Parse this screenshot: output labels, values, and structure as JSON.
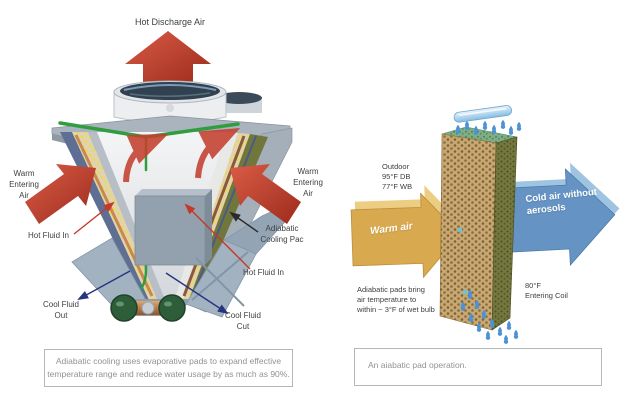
{
  "left_figure": {
    "labels": {
      "hot_discharge_air": "Hot Discharge Air",
      "warm_entering_air_left": "Warm\nEntering\nAir",
      "warm_entering_air_right": "Warm\nEntering\nAir",
      "hot_fluid_in_left": "Hot Fluid In",
      "adiabatic_cooling_pac": "Adiabatic\nCooling Pac",
      "hot_fluid_in_right": "Hot Fluid In",
      "cool_fluid_out": "Cool Fluid\nOut",
      "cool_fluid_cut": "Cool Fluid\nCut"
    },
    "caption": "Adiabatic cooling uses evaporative pads to expand effective\ntemperature range and reduce water usage by as much as 90%."
  },
  "right_figure": {
    "labels": {
      "outdoor_conditions": "Outdoor\n95°F DB\n77°F WB",
      "warm_air": "Warm air",
      "cold_air": "Cold air without\naerosols",
      "adiabatic_pads_note": "Adiabatic pads bring\nair temperature to\nwithin ~ 3°F of wet bulb",
      "entering_coil": "80°F\nEntering Coil"
    },
    "caption": "An aiabatic pad operation."
  },
  "colors": {
    "hot_arrow_red": "#b63a2b",
    "warm_arrow_yellow": "#d9a94f",
    "cold_arrow_blue": "#6594c4",
    "caption_text": "#909394",
    "caption_border": "#b4b7b9",
    "label_text": "#3f3f3f",
    "leader_red": "#c5392b",
    "leader_blue": "#27357f",
    "pad_tan": "#c7a873",
    "pad_side_olive": "#74783f",
    "pad_top_green": "#7fae85",
    "pipe_blue": "#9cc9ea",
    "droplet_blue": "#4b92d6"
  }
}
